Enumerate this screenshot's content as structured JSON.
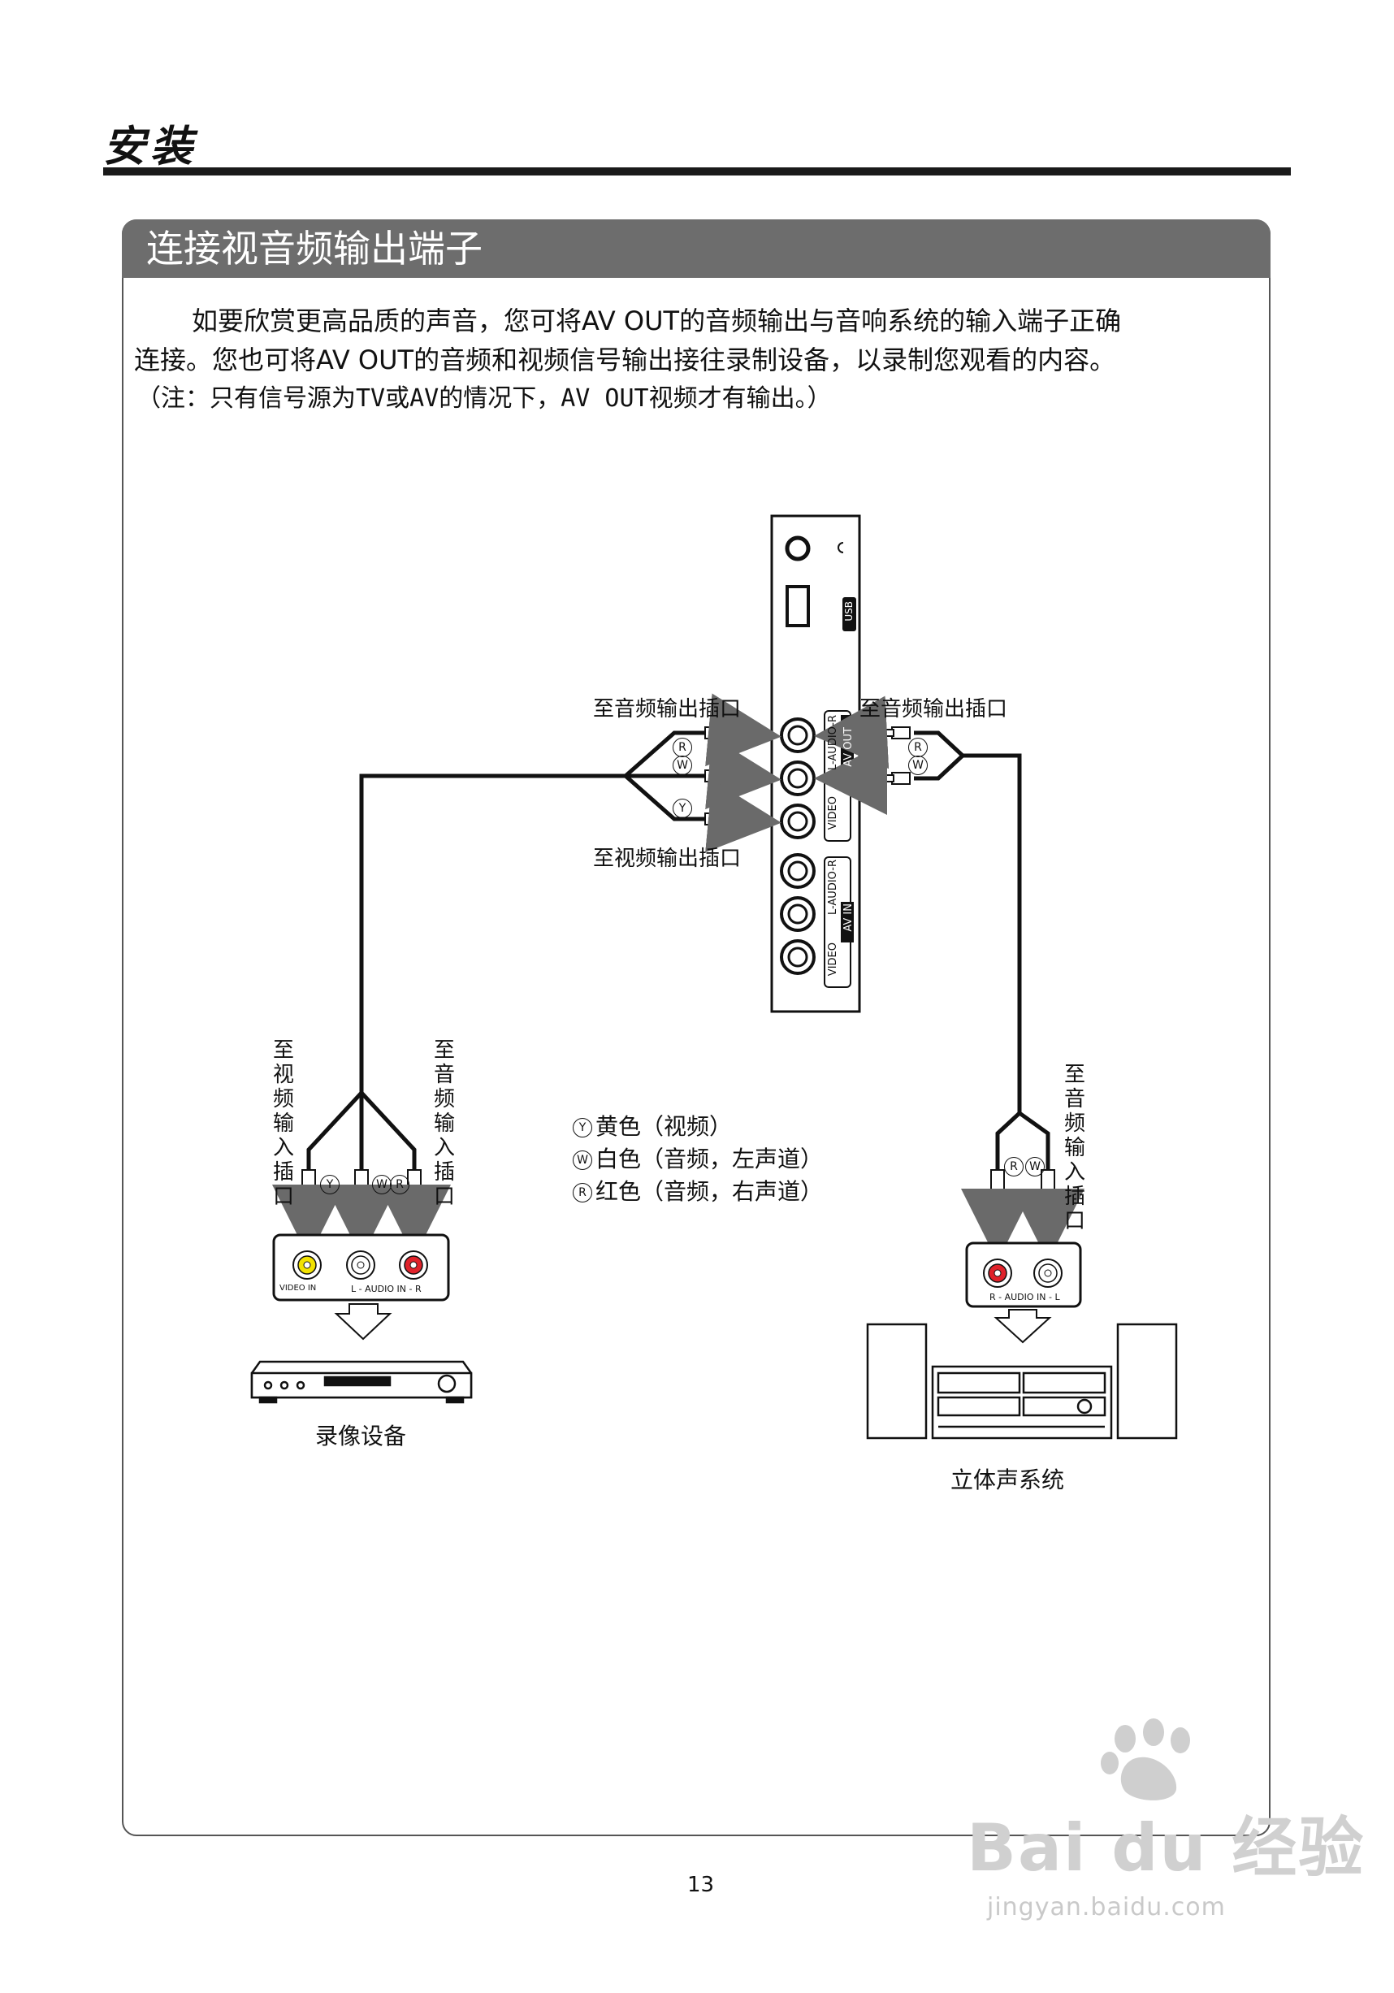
{
  "header": {
    "title": "安装"
  },
  "panel": {
    "heading": "连接视音频输出端子",
    "intro_line1": "如要欣赏更高品质的声音，您可将AV OUT的音频输出与音响系统的输入端子正确",
    "intro_line2": "连接。您也可将AV OUT的音频和视频信号输出接往录制设备，以录制您观看的内容。",
    "note": "（注：只有信号源为TV或AV的情况下，AV OUT视频才有输出。）"
  },
  "diagram": {
    "tv_panel": {
      "usb_label": "USB",
      "av_out_audio_label": "L-AUDIO-R",
      "av_out_video_label": "VIDEO",
      "av_out_label": "AV OUT",
      "av_in_audio_label": "L-AUDIO-R",
      "av_in_video_label": "VIDEO",
      "av_in_label": "AV IN"
    },
    "labels": {
      "to_audio_out_left": "至音频输出插口",
      "to_audio_out_right": "至音频输出插口",
      "to_video_out": "至视频输出插口",
      "to_video_in": "至视频输入插口",
      "to_audio_in_left": "至音频输入插口",
      "to_audio_in_right": "至音频输入插口"
    },
    "legend": [
      {
        "badge": "Y",
        "text": "黄色（视频）"
      },
      {
        "badge": "W",
        "text": "白色（音频，左声道）"
      },
      {
        "badge": "R",
        "text": "红色（音频，右声道）"
      }
    ],
    "recorder": {
      "jack_video_label": "VIDEO IN",
      "jack_audio_label": "L - AUDIO IN - R",
      "device_label": "录像设备"
    },
    "stereo": {
      "jack_audio_label": "R - AUDIO IN - L",
      "device_label": "立体声系统"
    },
    "plug_badges": {
      "yellow": "Y",
      "white": "W",
      "red": "R"
    },
    "colors": {
      "yellow": "#f2e200",
      "red": "#e0222a",
      "arrow": "#6a6a6a"
    }
  },
  "footer": {
    "page_number": "13"
  },
  "watermark": {
    "brand": "Bai du 经验",
    "url": "jingyan.baidu.com"
  }
}
